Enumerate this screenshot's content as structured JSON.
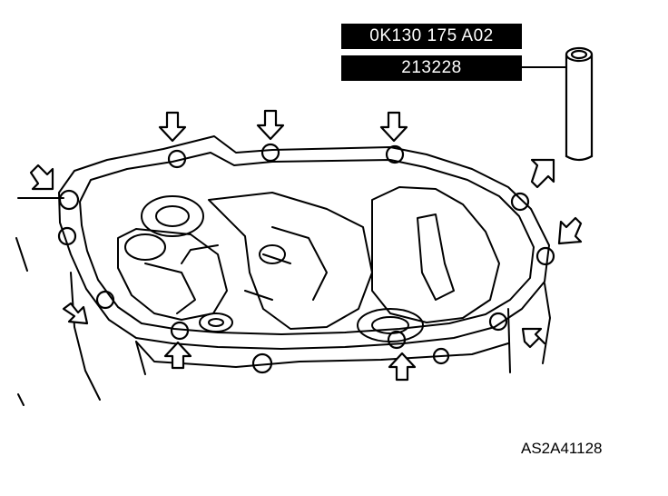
{
  "labels": {
    "part_number": "0K130 175 A02",
    "alternate_number": "213228",
    "figure_code": "AS2A41128"
  },
  "colors": {
    "ink": "#000000",
    "paper": "#ffffff"
  },
  "icons": [
    "down-arrow-icon",
    "up-arrow-icon",
    "diagonal-arrow-icon",
    "dowel-pin-icon"
  ]
}
